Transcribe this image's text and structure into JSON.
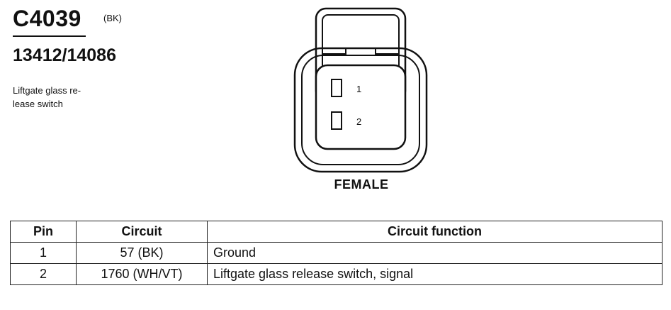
{
  "connector": {
    "id": "C4039",
    "color_code": "(BK)",
    "part_numbers": "13412/14086",
    "description": "Liftgate glass re-\nlease switch",
    "gender": "FEMALE",
    "cavities": [
      {
        "pin": "1"
      },
      {
        "pin": "2"
      }
    ]
  },
  "pinout_table": {
    "headers": [
      "Pin",
      "Circuit",
      "Circuit function"
    ],
    "rows": [
      {
        "pin": "1",
        "circuit": "57 (BK)",
        "function": "Ground"
      },
      {
        "pin": "2",
        "circuit": "1760 (WH/VT)",
        "function": "Liftgate glass release switch, signal"
      }
    ]
  }
}
